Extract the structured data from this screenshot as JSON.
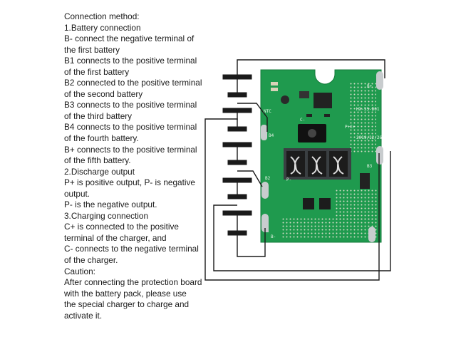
{
  "instructions": [
    "Connection method:",
    "1.Battery connection",
    "B- connect the negative terminal of",
    "the first battery",
    "B1 connects to the positive terminal",
    "of the first battery",
    "B2 connected to the positive terminal",
    "of the second battery",
    "B3 connects to the positive terminal",
    "of the third battery",
    "B4 connects to the positive terminal",
    "of the fourth battery.",
    "B+ connects to the positive terminal",
    "of the fifth battery.",
    "2.Discharge output",
    "P+ is positive output, P- is negative",
    "output.",
    "P- is the negative output.",
    "3.Charging connection",
    "C+ is connected to the positive",
    "terminal of the charger, and",
    "C- connects to the negative terminal",
    "of the charger.",
    "Caution:",
    "After connecting the protection board",
    "with the battery pack, please use",
    "the special charger to charge and",
    "activate it."
  ],
  "board_labels": {
    "b_plus": "B+",
    "b4": "B4",
    "b3": "B3",
    "b2": "B2",
    "b_minus": "B-",
    "c_minus": "C-",
    "c_plus": "P+C+",
    "p_minus": "P-",
    "ntc": "NTC",
    "code": "HX-5S-D01",
    "date": "2019/12/26"
  },
  "colors": {
    "pcb": "#1f9a4e",
    "pcb_dark": "#137a3a",
    "wire": "#1a1a1a",
    "pad": "#c8ccce"
  }
}
